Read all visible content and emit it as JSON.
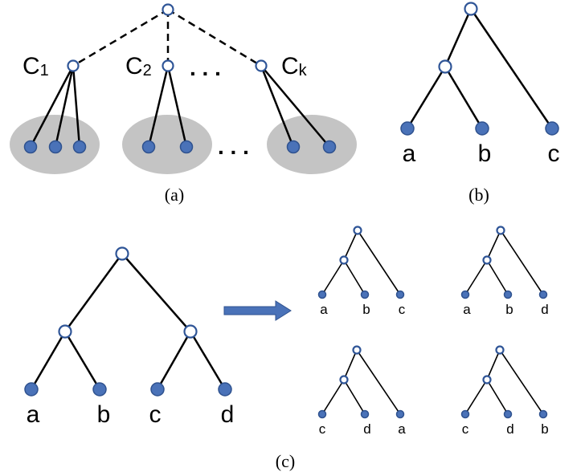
{
  "panels": {
    "a": {
      "caption": "(a)",
      "cluster_labels": [
        "C",
        "C",
        "C"
      ],
      "cluster_subscripts": [
        "1",
        "2",
        "k"
      ],
      "ellipsis": ". . ."
    },
    "b": {
      "caption": "(b)",
      "leaf_labels": [
        "a",
        "b",
        "c"
      ]
    },
    "c": {
      "caption": "(c)",
      "leaf_labels": [
        "a",
        "b",
        "c",
        "d"
      ],
      "subtrees": [
        {
          "leaf_labels": [
            "a",
            "b",
            "c"
          ]
        },
        {
          "leaf_labels": [
            "a",
            "b",
            "d"
          ]
        },
        {
          "leaf_labels": [
            "c",
            "d",
            "a"
          ]
        },
        {
          "leaf_labels": [
            "c",
            "d",
            "b"
          ]
        }
      ]
    }
  },
  "colors": {
    "leaf_fill": "#4a72b8",
    "node_stroke": "#2f5597",
    "cluster_fill": "#c4c4c4",
    "arrow": "#4a72b8"
  }
}
